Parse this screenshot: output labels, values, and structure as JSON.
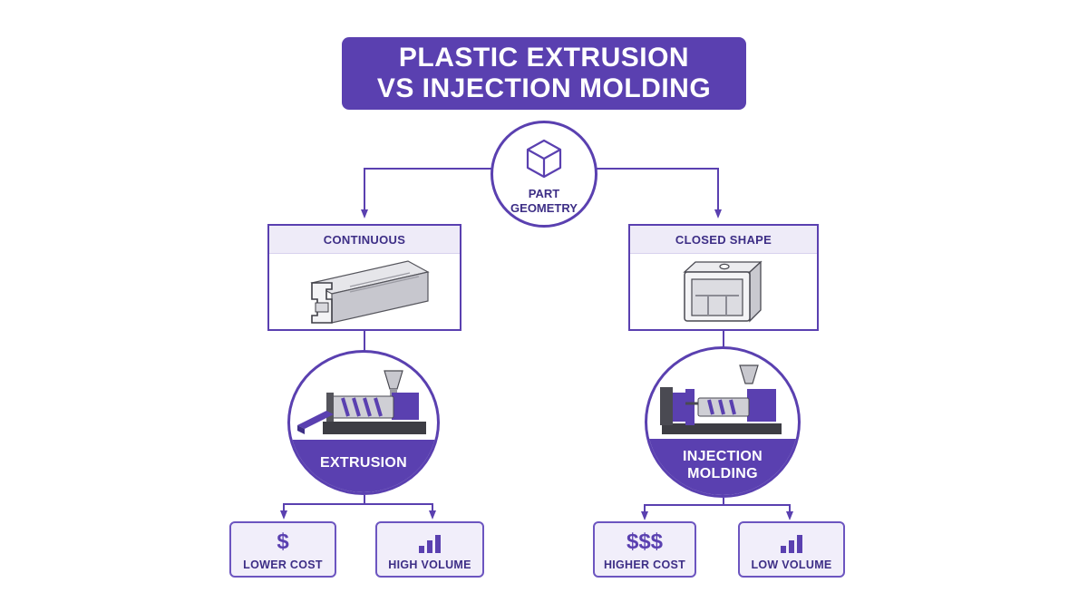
{
  "title": {
    "line1": "PLASTIC EXTRUSION",
    "line2": "VS INJECTION MOLDING"
  },
  "root": {
    "label_line1": "PART",
    "label_line2": "GEOMETRY",
    "icon": "cube-icon"
  },
  "branches": [
    {
      "shape_label": "CONTINUOUS",
      "shape_icon": "aluminum-profile-icon",
      "process_lines": [
        "EXTRUSION",
        ""
      ],
      "process_icon": "extruder-machine-icon",
      "metrics": [
        {
          "symbol": "$",
          "label": "LOWER COST",
          "icon": "dollar-icon"
        },
        {
          "symbol": "",
          "label": "HIGH VOLUME",
          "icon": "bar-chart-icon"
        }
      ]
    },
    {
      "shape_label": "CLOSED SHAPE",
      "shape_icon": "molded-box-icon",
      "process_lines": [
        "INJECTION",
        "MOLDING"
      ],
      "process_icon": "injection-machine-icon",
      "metrics": [
        {
          "symbol": "$$$",
          "label": "HIGHER COST",
          "icon": "dollar-icon"
        },
        {
          "symbol": "",
          "label": "LOW VOLUME",
          "icon": "bar-chart-icon"
        }
      ]
    }
  ],
  "colors": {
    "accent": "#5a40b0",
    "text_dark": "#3d2e86",
    "panel": "#f1eefa",
    "header": "#eeebf8"
  }
}
